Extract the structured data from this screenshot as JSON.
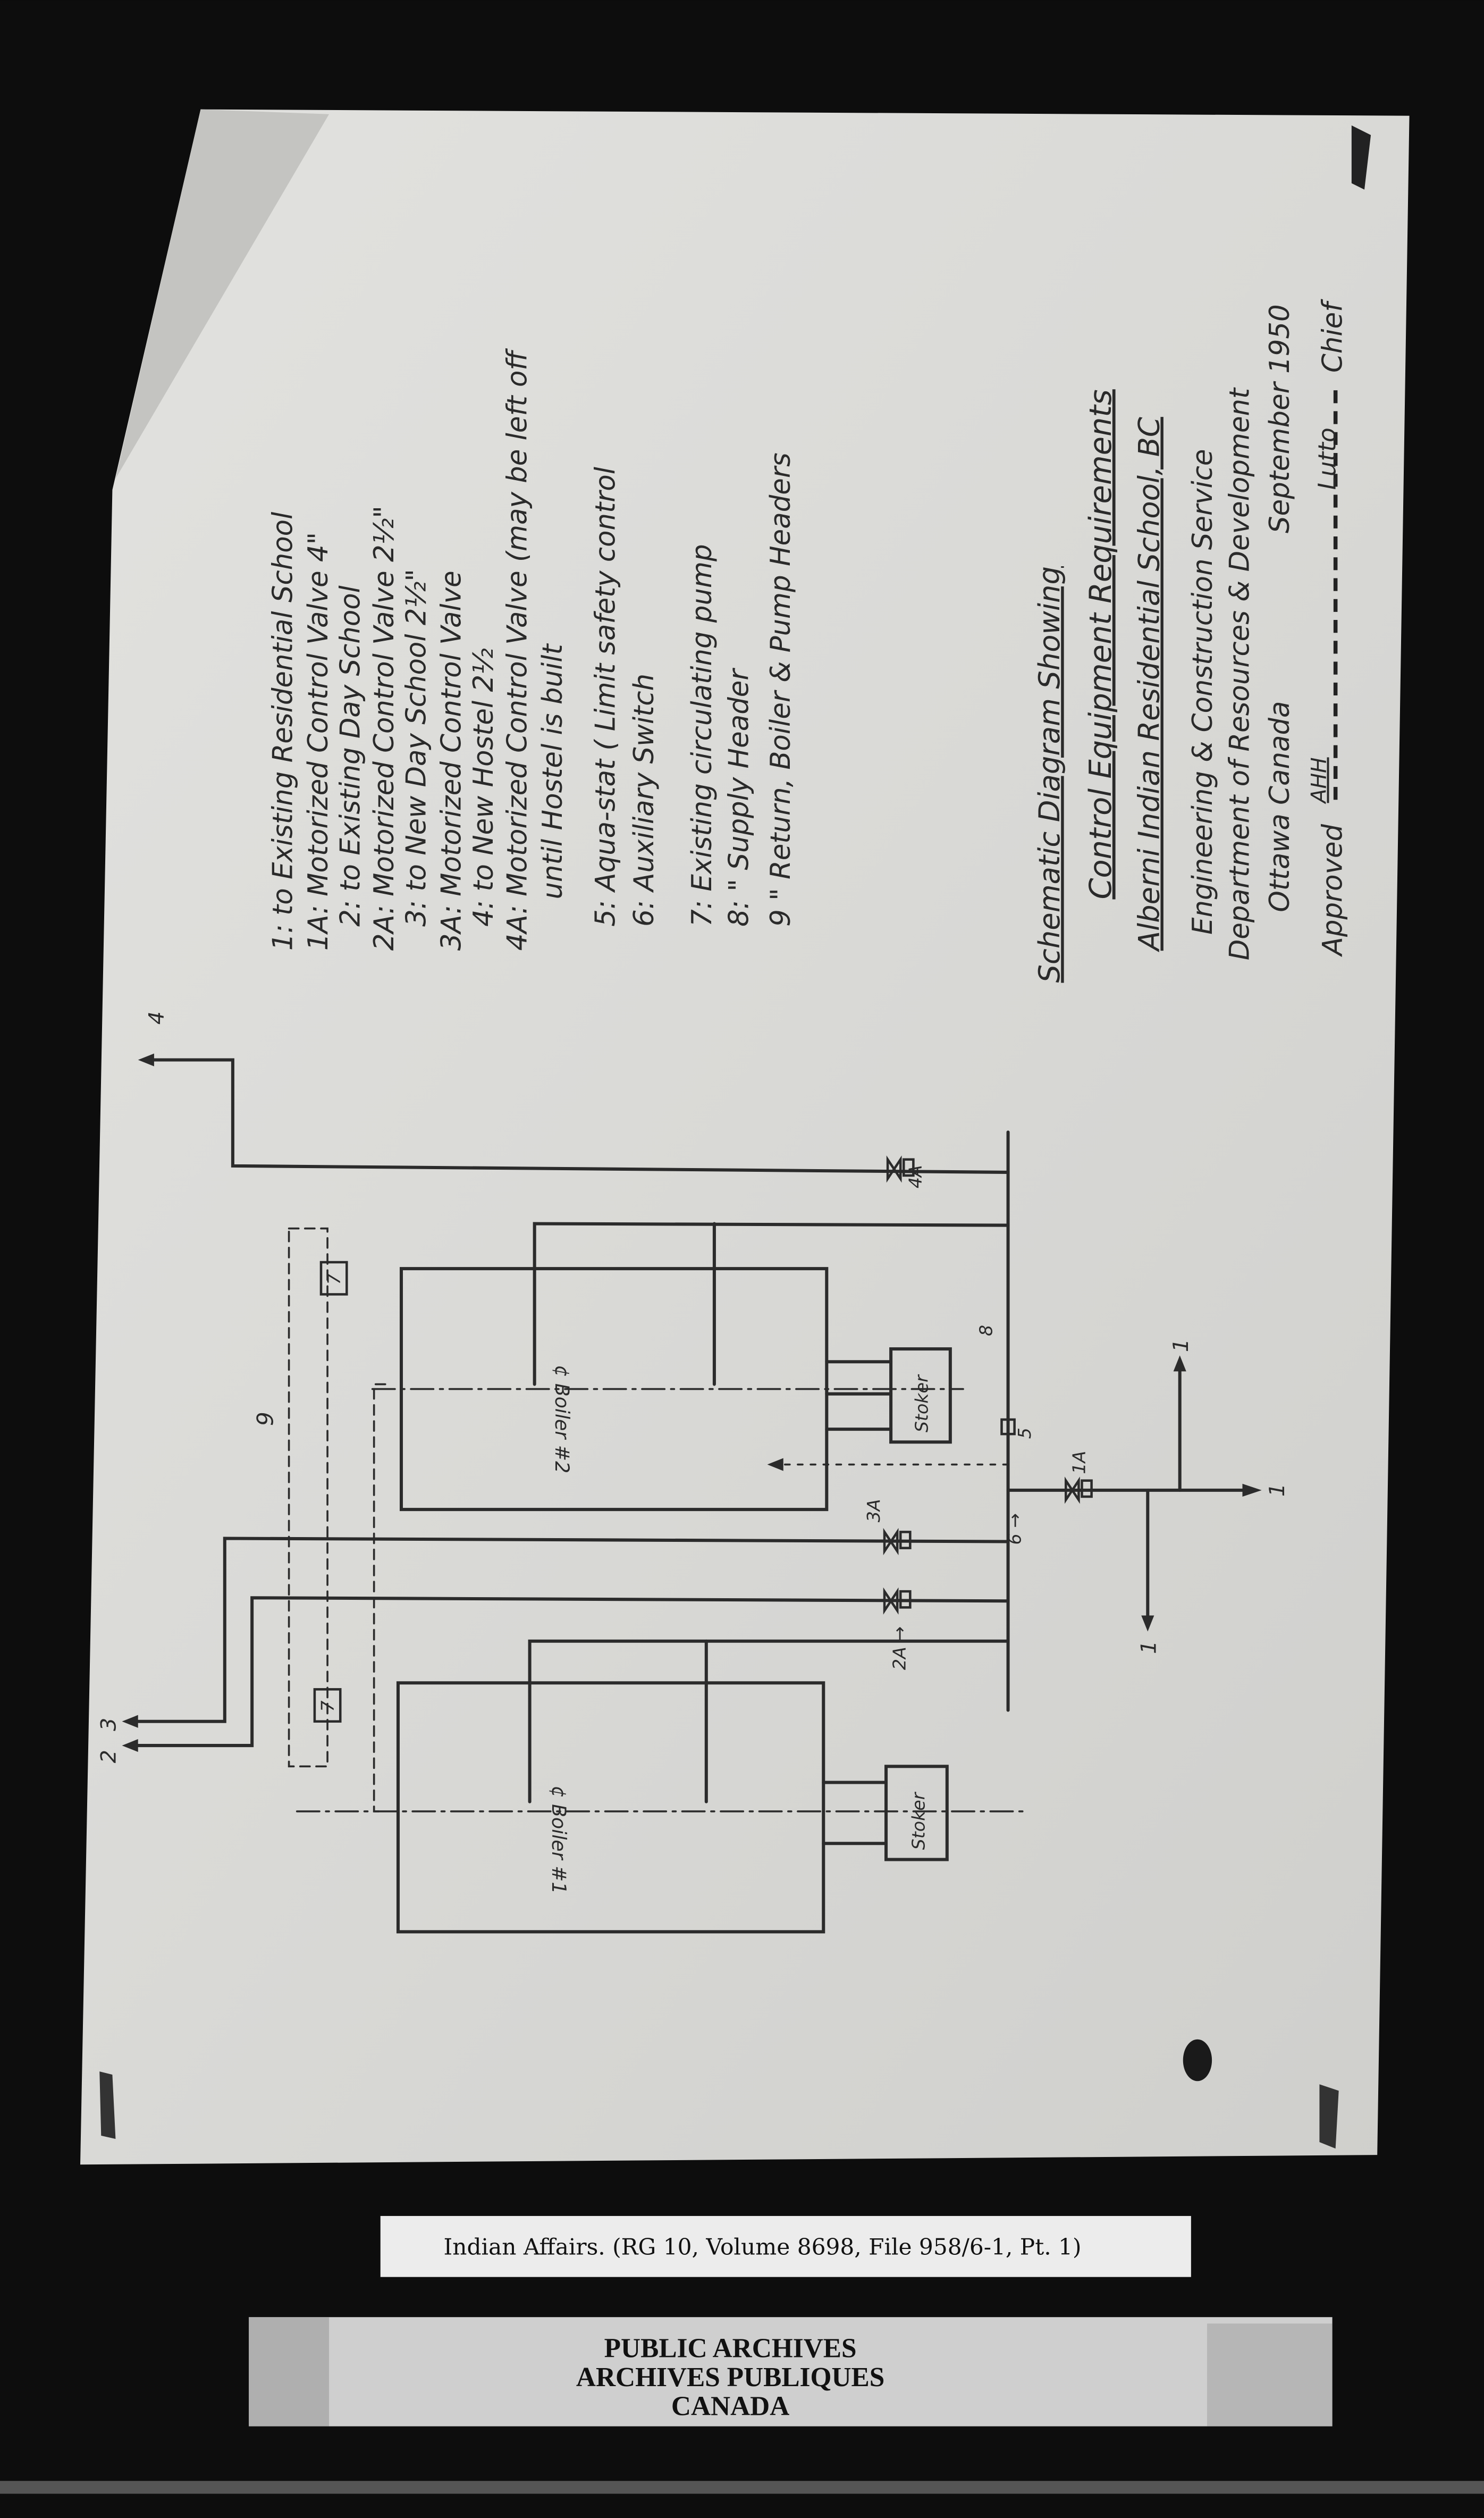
{
  "legend": {
    "items": [
      "1: to Existing Residential School",
      "1A: Motorized Control Valve 4\"",
      "2: to Existing Day School",
      "2A: Motorized Control Valve 2½\"",
      "3: to New Day School          2½\"",
      "3A: Motorized Control Valve",
      "4: to New Hostel 2½",
      "4A: Motorized Control Valve (may be left off",
      "until Hostel is built",
      "5: Aqua-stat ( Limit safety control",
      "6: Auxiliary Switch",
      "7: Existing circulating pump",
      "8:   \"       Supply Header",
      "9    \"     Return, Boiler & Pump Headers"
    ]
  },
  "title_block": {
    "line1": "Schematic Diagram Showing",
    "line2": "Control Equipment Requirements",
    "line3": "Alberni Indian Residential School, BC",
    "line4": "Engineering & Construction Service",
    "line5": "Department of Resources & Development",
    "city": "Ottawa   Canada",
    "date": "September 1950",
    "approved_label": "Approved",
    "approved_initials": "AHH",
    "signature": "Lutto",
    "chief_label": "Chief"
  },
  "diagram": {
    "boiler1": "¢ Boiler #1",
    "boiler2": "¢ Boiler #2",
    "stoker": "Stoker",
    "pump": "7",
    "labels": {
      "to1": "1",
      "to2": "2",
      "to3": "3",
      "to4": "4",
      "v1a": "1A",
      "v2a": "2A →",
      "v3a": "3A",
      "v4a": "4A",
      "aquastat": "5",
      "switch": "6 →",
      "supply": "8",
      "ret": "9"
    }
  },
  "archive": {
    "reference": "Indian Affairs. (RG 10, Volume 8698, File 958/6-1, Pt. 1)",
    "stamp": [
      "PUBLIC ARCHIVES",
      "ARCHIVES PUBLIQUES",
      "CANADA"
    ]
  },
  "colors": {
    "paper": "#d8d8d5",
    "ink": "#2b2b2b",
    "background": "#0d0d0d"
  }
}
